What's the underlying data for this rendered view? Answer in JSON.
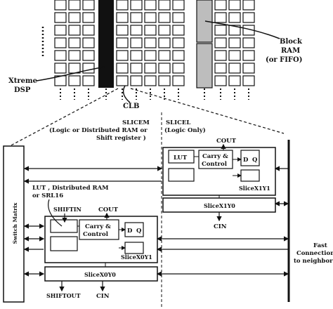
{
  "labels": {
    "block_ram": "Block",
    "block_ram_2": "RAM",
    "block_ram_3": "(or FIFO)",
    "xtreme": "Xtreme",
    "dsp": "DSP",
    "clb": "CLB",
    "slicem_title": "SLICEM",
    "slicem_desc_1": "(Logic or Distributed RAM or",
    "slicem_desc_2": "Shift register )",
    "slicel_title": "SLICEL",
    "slicel_desc": "(Logic Only)",
    "switch_matrix": "Switch Matrix",
    "lut_note_1": "LUT , Distributed RAM",
    "lut_note_2": "or SRL16",
    "shiftin": "SHIFTIN",
    "cout_left": "COUT",
    "cout_right": "COUT",
    "cin_right": "CIN",
    "cin_left": "CIN",
    "shiftout": "SHIFTOUT",
    "lut_right": "LUT",
    "carry_right_1": "Carry &",
    "carry_right_2": "Control",
    "carry_left_1": "Carry &",
    "carry_left_2": "Control",
    "dq_right_d": "D",
    "dq_right_q": "Q",
    "dq_left_d": "D",
    "dq_left_q": "Q",
    "slice_x1y1": "SliceX1Y1",
    "slice_x1y0": "SliceX1Y0",
    "slice_x0y1": "SliceX0Y1",
    "slice_x0y0": "SliceX0Y0",
    "fast_1": "Fast",
    "fast_2": "Connections",
    "fast_3": "to neighbors"
  },
  "colors": {
    "stroke": "#111111",
    "dsp_fill": "#111111",
    "bram_fill": "#bdbdbd",
    "background": "#ffffff"
  }
}
